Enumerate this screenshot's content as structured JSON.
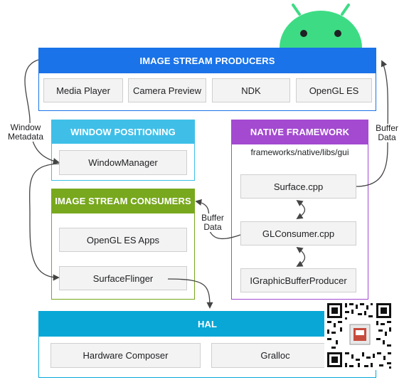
{
  "producers": {
    "title": "IMAGE STREAM PRODUCERS",
    "items": [
      "Media Player",
      "Camera Preview",
      "NDK",
      "OpenGL ES"
    ]
  },
  "window_positioning": {
    "title": "WINDOW POSITIONING",
    "items": [
      "WindowManager"
    ]
  },
  "consumers": {
    "title": "IMAGE STREAM CONSUMERS",
    "items": [
      "OpenGL ES Apps",
      "SurfaceFlinger"
    ]
  },
  "native_framework": {
    "title": "NATIVE FRAMEWORK",
    "path": "frameworks/native/libs/gui",
    "items": [
      "Surface.cpp",
      "GLConsumer.cpp",
      "IGraphicBufferProducer"
    ]
  },
  "hal": {
    "title": "HAL",
    "items": [
      "Hardware Composer",
      "Gralloc"
    ]
  },
  "labels": {
    "window_metadata_1": "Window",
    "window_metadata_2": "Metadata",
    "buffer_data_right_1": "Buffer",
    "buffer_data_right_2": "Data",
    "buffer_data_mid_1": "Buffer",
    "buffer_data_mid_2": "Data"
  },
  "colors": {
    "producers": "#1a73e8",
    "window_positioning": "#3fbfe8",
    "consumers": "#78a81e",
    "native_framework": "#a34ad0",
    "hal": "#08a7d6",
    "android": "#3ddc84"
  },
  "icons": [
    "android-logo-icon",
    "qr-code-icon"
  ]
}
